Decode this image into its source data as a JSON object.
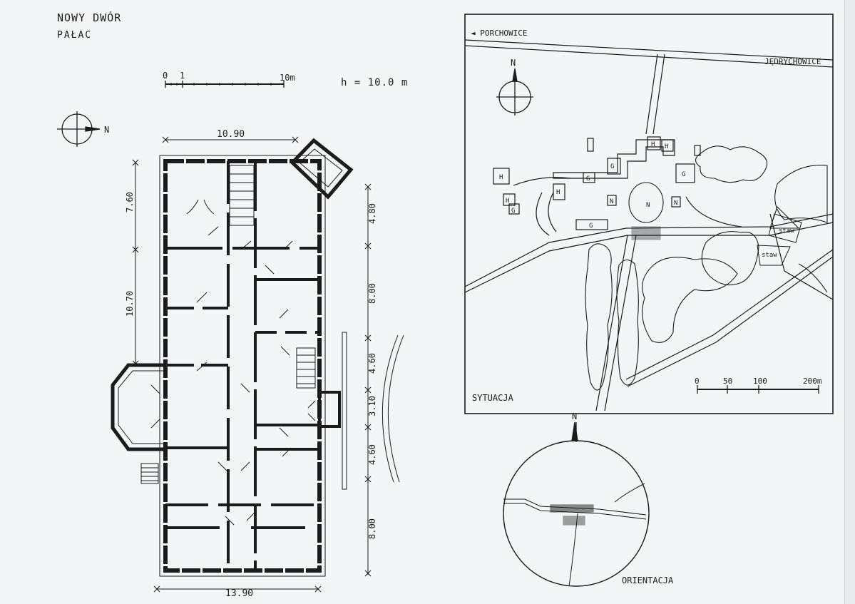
{
  "title": {
    "line1": "NOWY DWÓR",
    "line2": "PAŁAC"
  },
  "plan": {
    "scale": {
      "zero": "0",
      "one": "1",
      "ten": "10m"
    },
    "height_label": "h = 10.0 m",
    "north_label": "N",
    "dim_top": "10.90",
    "dim_bottom": "13.90",
    "dims_left": [
      "7.60",
      "10.70"
    ],
    "dims_right": [
      "4.80",
      "8.00",
      "4.60",
      "3.10",
      "4.60",
      "8.00"
    ]
  },
  "site": {
    "road_left": "◄ PORCHOWICE",
    "road_right": "JĘDRYCHOWICE",
    "north_label": "N",
    "label": "SYTUACJA",
    "scale": [
      "0",
      "50",
      "100",
      "200m"
    ],
    "ponds": [
      "staw",
      "staw"
    ],
    "building_letters": [
      "H",
      "H",
      "G",
      "H",
      "G",
      "G",
      "H",
      "H",
      "G",
      "G",
      "N",
      "N",
      "N"
    ]
  },
  "orientation": {
    "label": "ORIENTACJA",
    "north_label": "N"
  },
  "colors": {
    "paper": "#f4f5f6",
    "ink": "#1b1b1b"
  }
}
